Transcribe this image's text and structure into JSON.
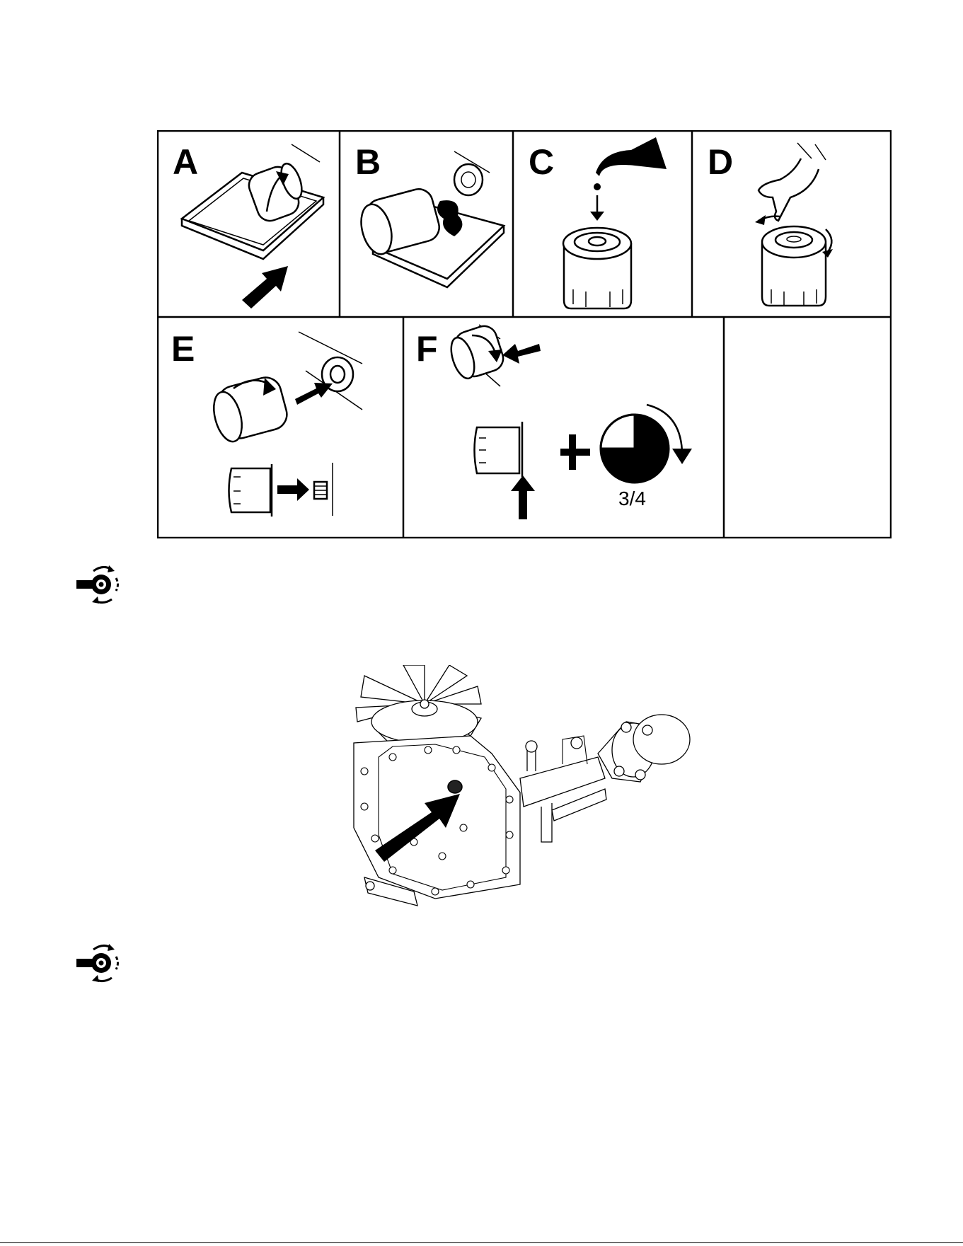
{
  "panels": [
    {
      "label": "A"
    },
    {
      "label": "B"
    },
    {
      "label": "C"
    },
    {
      "label": "D"
    },
    {
      "label": "E"
    },
    {
      "label": "F",
      "rotation_text": "3/4"
    },
    {
      "label": ""
    }
  ],
  "icons": {
    "service_icon_1": "wrench-rotate-icon",
    "service_icon_2": "wrench-rotate-icon"
  },
  "figure": {
    "subject": "transmission-drain-plug"
  }
}
